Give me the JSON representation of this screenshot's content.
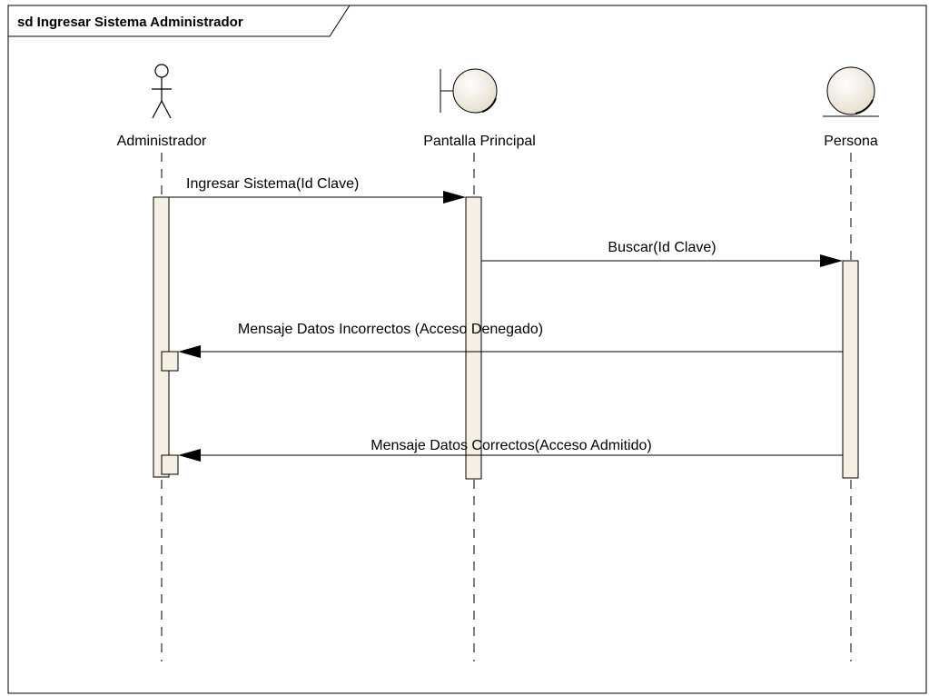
{
  "diagram": {
    "frame_title": "sd Ingresar Sistema Administrador",
    "participants": [
      {
        "id": "administrador",
        "label": "Administrador",
        "kind": "actor"
      },
      {
        "id": "pantalla_principal",
        "label": "Pantalla Principal",
        "kind": "boundary"
      },
      {
        "id": "persona",
        "label": "Persona",
        "kind": "entity"
      }
    ],
    "messages": [
      {
        "from": "administrador",
        "to": "pantalla_principal",
        "label": "Ingresar Sistema(Id Clave)",
        "kind": "call"
      },
      {
        "from": "pantalla_principal",
        "to": "persona",
        "label": "Buscar(Id Clave)",
        "kind": "call"
      },
      {
        "from": "persona",
        "to": "administrador",
        "label": "Mensaje Datos Incorrectos (Acceso Denegado)",
        "kind": "call"
      },
      {
        "from": "persona",
        "to": "administrador",
        "label": "Mensaje Datos Correctos(Acceso Admitido)",
        "kind": "call"
      }
    ],
    "colors": {
      "line": "#000000",
      "activation_fill": "#f6efe3",
      "participant_fill": "#f3ecdf",
      "frame_border": "#000000"
    }
  }
}
